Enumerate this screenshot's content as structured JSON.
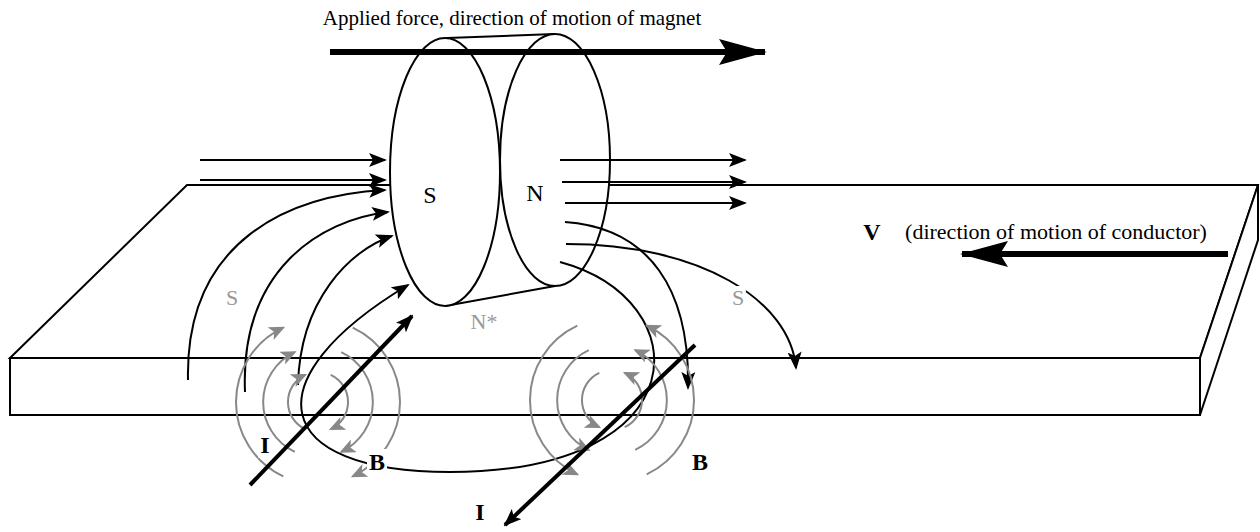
{
  "diagram": {
    "labels": [
      "Applied force, direction of motion of magnet",
      "S",
      "N",
      "V",
      "(direction of motion of conductor)",
      "S",
      "N*",
      "S",
      "I",
      "B",
      "I",
      "B"
    ]
  }
}
